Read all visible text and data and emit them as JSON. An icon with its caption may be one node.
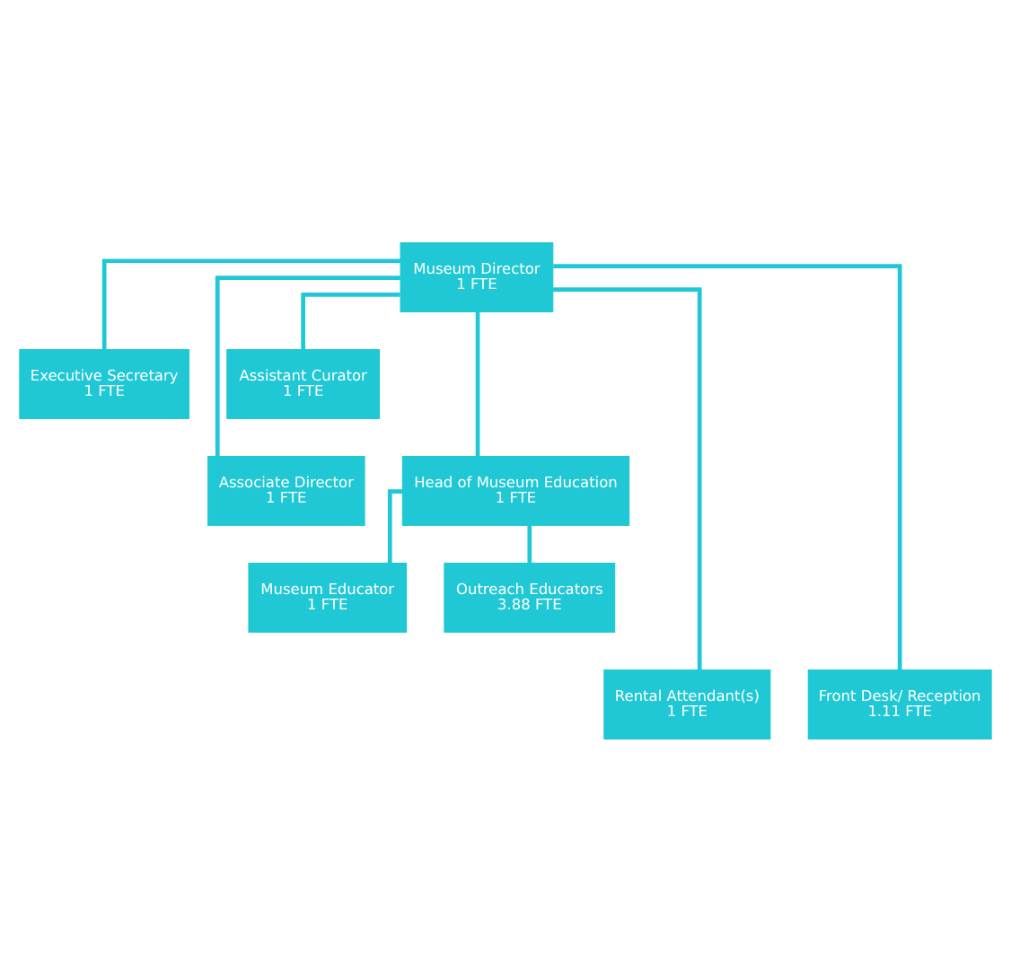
{
  "diagram": {
    "nodes": [
      {
        "text": [
          "Museum Director",
          "1 FTE"
        ]
      },
      {
        "text": [
          "Executive Secretary",
          "1 FTE"
        ]
      },
      {
        "text": [
          "Assistant Curator",
          "1 FTE"
        ]
      },
      {
        "text": [
          "Associate Director",
          "1 FTE"
        ]
      },
      {
        "text": [
          "Head of Museum Education",
          "1 FTE"
        ]
      },
      {
        "text": [
          "Museum Educator",
          "1 FTE"
        ]
      },
      {
        "text": [
          "Outreach Educators",
          "3.88 FTE"
        ]
      },
      {
        "text": [
          "Rental Attendant(s)",
          "1 FTE"
        ]
      },
      {
        "text": [
          "Front Desk/ Reception",
          "1.11 FTE"
        ]
      }
    ],
    "edges": [
      {
        "from": 0,
        "to": 1,
        "arrow": "none"
      },
      {
        "from": 0,
        "to": 2,
        "arrow": "none"
      },
      {
        "from": 0,
        "to": 3,
        "arrow": "none"
      },
      {
        "from": 0,
        "to": 4,
        "arrow": "none"
      },
      {
        "from": 4,
        "to": 5,
        "arrow": "none"
      },
      {
        "from": 4,
        "to": 6,
        "arrow": "none"
      },
      {
        "from": 0,
        "to": 7,
        "arrow": "none"
      },
      {
        "from": 0,
        "to": 8,
        "arrow": "none"
      }
    ]
  }
}
